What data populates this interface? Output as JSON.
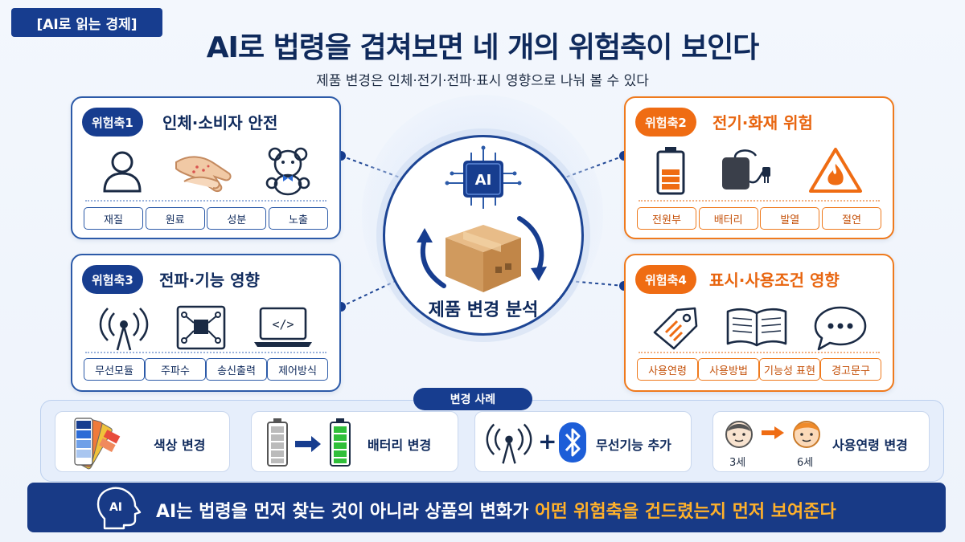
{
  "header": {
    "tag": "[AI로 읽는 경제]",
    "title": "AI로 법령을 겹쳐보면 네 개의 위험축이 보인다",
    "subtitle": "제품 변경은 인체·전기·전파·표시 영향으로 나눠 볼 수 있다"
  },
  "axes": [
    {
      "badge": "위험축1",
      "title": "인체·소비자 안전",
      "icons": [
        "person-icon",
        "hands-icon",
        "teddy-bear-icon"
      ],
      "tags": [
        "재질",
        "원료",
        "성분",
        "노출"
      ]
    },
    {
      "badge": "위험축2",
      "title": "전기·화재 위험",
      "icons": [
        "battery-icon",
        "adapter-icon",
        "fire-warning-icon"
      ],
      "tags": [
        "전원부",
        "배터리",
        "발열",
        "절연"
      ]
    },
    {
      "badge": "위험축3",
      "title": "전파·기능 영향",
      "icons": [
        "antenna-icon",
        "circuit-board-icon",
        "laptop-code-icon"
      ],
      "tags": [
        "무선모듈",
        "주파수",
        "송신출력",
        "제어방식"
      ]
    },
    {
      "badge": "위험축4",
      "title": "표시·사용조건 영향",
      "icons": [
        "tag-icon",
        "open-book-icon",
        "speech-bubble-icon"
      ],
      "tags": [
        "사용연령",
        "사용방법",
        "기능성 표현",
        "경고문구"
      ]
    }
  ],
  "center": {
    "chip_text": "AI",
    "label": "제품 변경 분석"
  },
  "examples": {
    "tag": "변경 사례",
    "items": [
      {
        "label": "색상 변경"
      },
      {
        "label": "배터리 변경"
      },
      {
        "label": "무선기능 추가",
        "plus": "+"
      },
      {
        "label": "사용연령 변경",
        "age_from": "3세",
        "age_to": "6세"
      }
    ]
  },
  "footer": {
    "icon_text": "AI",
    "text_main": "AI는 법령을 먼저 찾는 것이 아니라 상품의 변화가 ",
    "text_highlight": "어떤 위험축을 건드렸는지 먼저 보여준다"
  },
  "colors": {
    "navy": "#173d8f",
    "blue_border": "#2c5aa8",
    "orange": "#ef6c13",
    "highlight": "#ffb12b"
  }
}
